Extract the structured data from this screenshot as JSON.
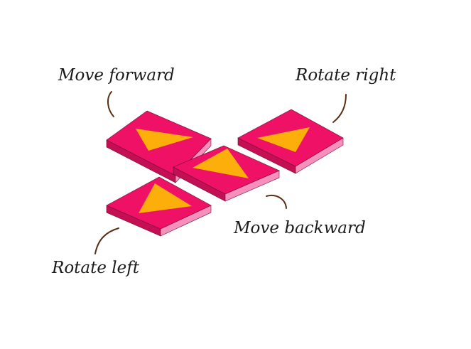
{
  "colors": {
    "tile_top": "#ee1166",
    "tile_side_left": "#c40f55",
    "tile_side_right": "#f78fbc",
    "tile_edge_dark": "#6b1030",
    "arrow_fill": "#fcae0b",
    "callout_line": "#5a2e12",
    "label_text": "#1a1a1a"
  },
  "tiles": [
    {
      "id": "forward",
      "label": "Move forward",
      "arrow_direction": "right"
    },
    {
      "id": "right",
      "label": "Rotate right",
      "arrow_direction": "left"
    },
    {
      "id": "backward",
      "label": "Move backward",
      "arrow_direction": "up-left"
    },
    {
      "id": "left",
      "label": "Rotate left",
      "arrow_direction": "right"
    }
  ]
}
